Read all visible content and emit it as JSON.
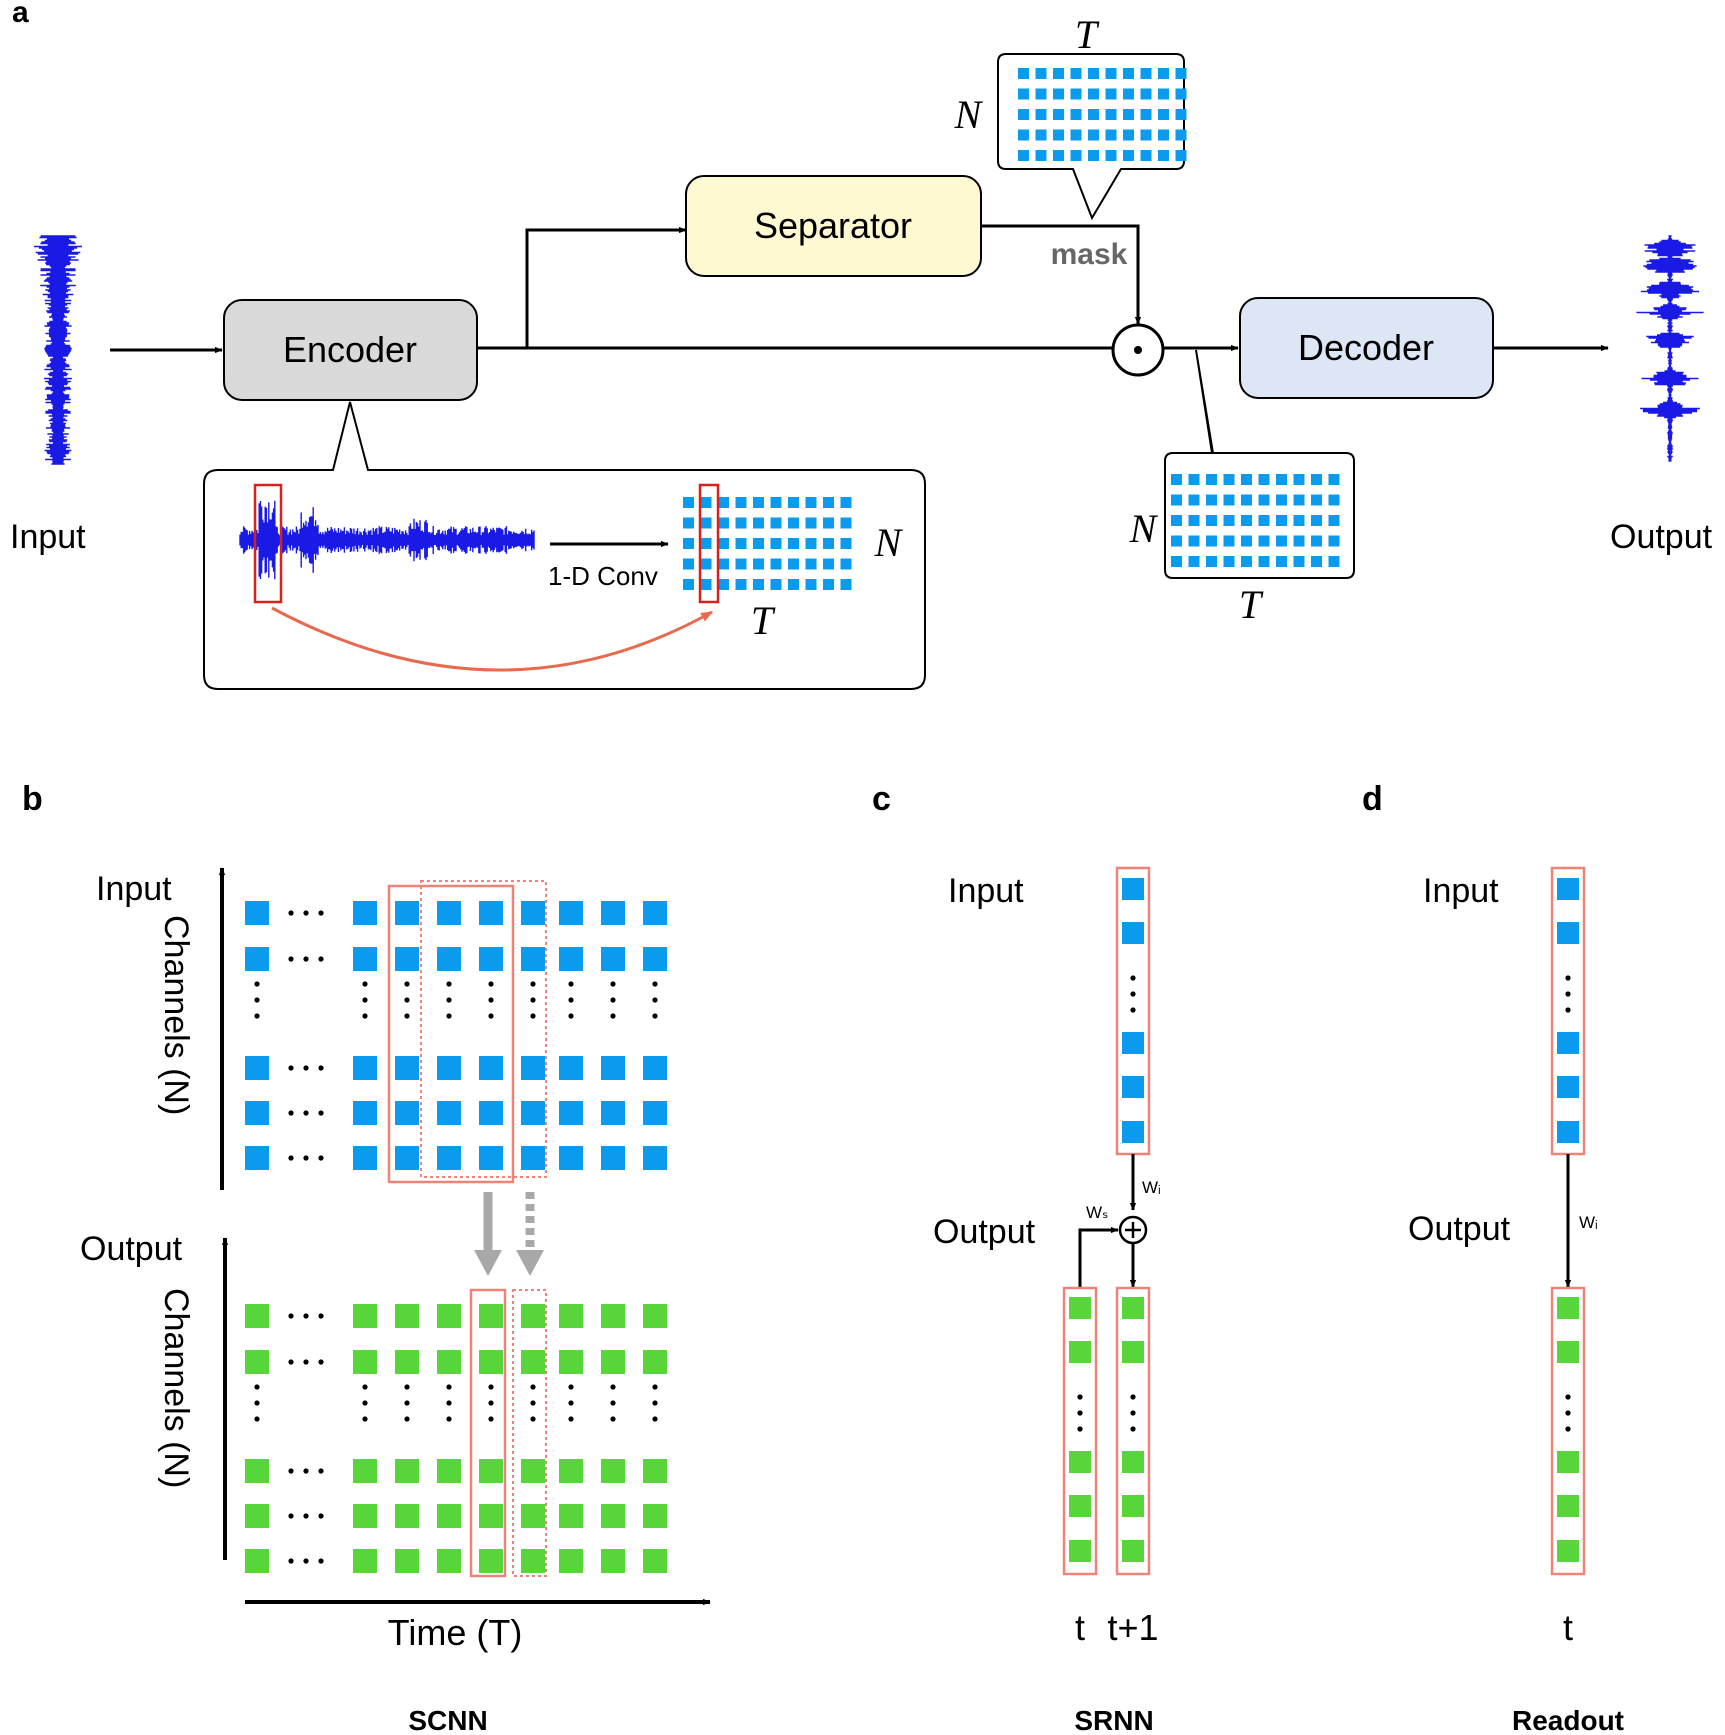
{
  "colors": {
    "input_block": "#0a9bef",
    "output_block": "#58d53a",
    "waveform": "#1a1ae6",
    "highlight_box": "#ef8378",
    "red_box": "#d92020",
    "red_arrow": "#e86a4e",
    "encoder_fill": "#d9d9d9",
    "separator_fill": "#fdf9d2",
    "decoder_fill": "#dce6f4",
    "gray_arrow": "#a8a8a8",
    "mask_text": "#666666"
  },
  "panel_a": {
    "label": "a",
    "input_label": "Input",
    "output_label": "Output",
    "encoder_label": "Encoder",
    "separator_label": "Separator",
    "decoder_label": "Decoder",
    "mask_label": "mask",
    "multiply_symbol": "·",
    "conv_label": "1-D Conv",
    "dim_N": "N",
    "dim_T": "T"
  },
  "panel_b": {
    "label": "b",
    "input_label": "Input",
    "output_label": "Output",
    "channels_label": "Channels (N)",
    "time_label": "Time (T)",
    "dots": "···",
    "caption": "SCNN"
  },
  "panel_c": {
    "label": "c",
    "input_label": "Input",
    "output_label": "Output",
    "wi_label": "Wᵢ",
    "ws_label": "Wₛ",
    "time_t": "t",
    "time_t1": "t+1",
    "caption": "SRNN"
  },
  "panel_d": {
    "label": "d",
    "input_label": "Input",
    "output_label": "Output",
    "wi_label": "Wᵢ",
    "time_t": "t",
    "caption": "Readout"
  }
}
